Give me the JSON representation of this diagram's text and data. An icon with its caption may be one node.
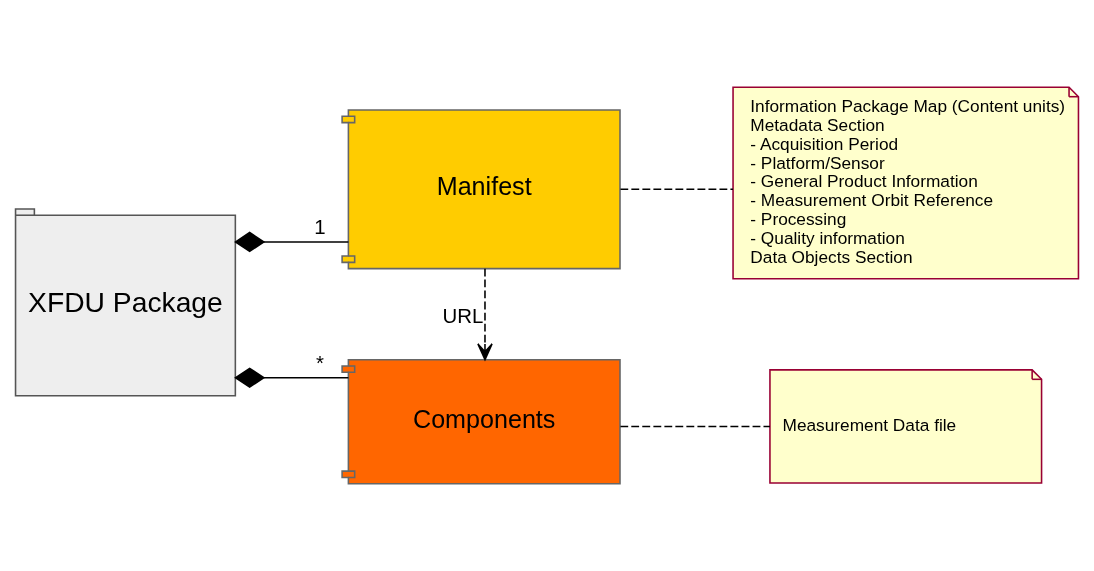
{
  "diagram": {
    "nodes": [
      {
        "text": [
          "XFDU Package"
        ]
      },
      {
        "text": [
          "Manifest"
        ]
      },
      {
        "text": [
          "Components"
        ]
      },
      {
        "text": [
          "Information Package Map (Content units)",
          "Metadata Section",
          "- Acquisition Period",
          "- Platform/Sensor",
          "- General Product Information",
          "- Measurement Orbit Reference",
          "- Processing",
          "- Quality information",
          "Data Objects Section"
        ]
      },
      {
        "text": [
          "Measurement Data file"
        ]
      }
    ],
    "edges": [
      {
        "from": 0,
        "to": 1,
        "arrow": "other",
        "label": "1"
      },
      {
        "from": 0,
        "to": 2,
        "arrow": "other",
        "label": "*"
      },
      {
        "from": 1,
        "to": 2,
        "arrow": "to",
        "style": "dashed",
        "label": "URL"
      },
      {
        "from": 1,
        "to": 3,
        "arrow": "none",
        "style": "dashed"
      },
      {
        "from": 2,
        "to": 4,
        "arrow": "none",
        "style": "dashed"
      }
    ]
  }
}
